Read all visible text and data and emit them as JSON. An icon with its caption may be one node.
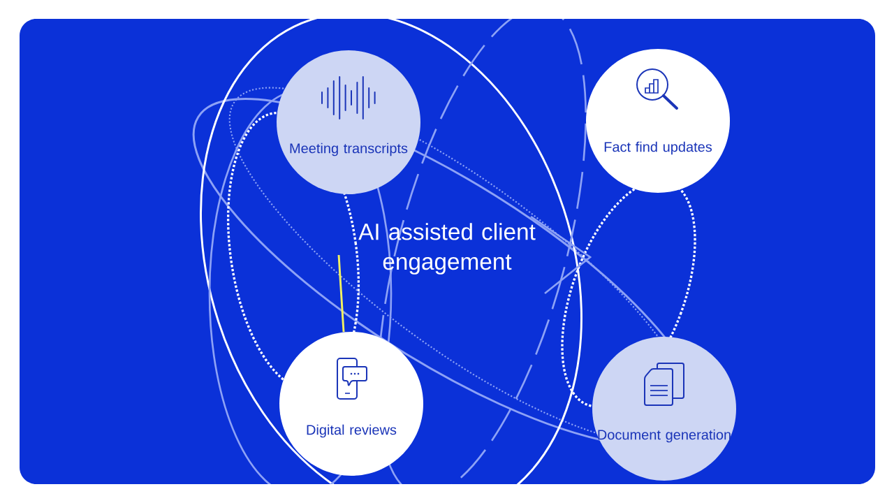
{
  "diagram": {
    "nodes": [
      {
        "text": [
          "Meeting transcripts"
        ]
      },
      {
        "text": [
          "Fact find updates"
        ]
      },
      {
        "text": [
          "Digital reviews"
        ]
      },
      {
        "text": [
          "Document generation"
        ]
      }
    ],
    "labels": [
      "AI assisted client engagement"
    ]
  }
}
